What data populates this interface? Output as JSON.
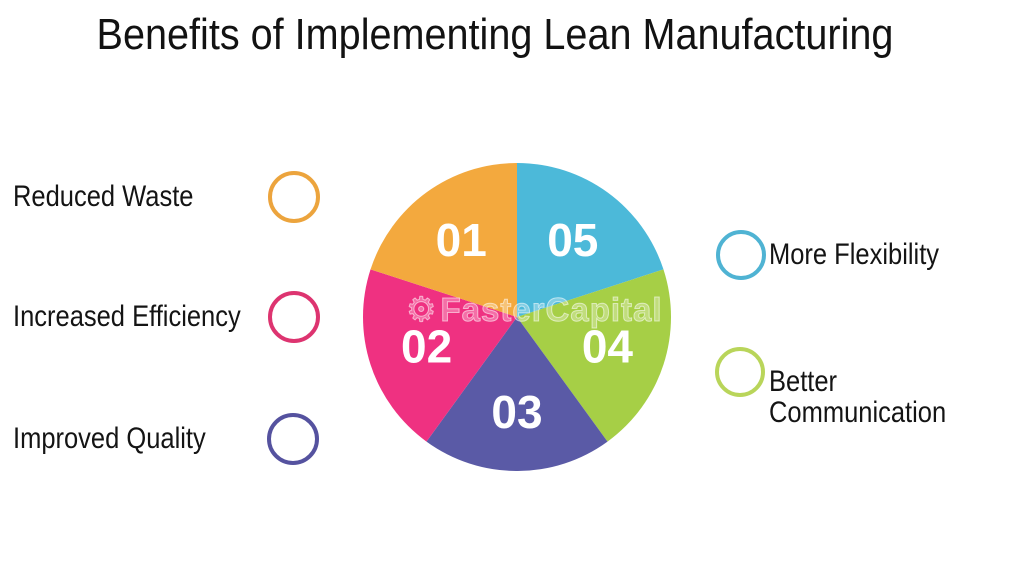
{
  "title": "Benefits of Implementing Lean Manufacturing",
  "watermark": {
    "icon": "gear-icon",
    "text": "FasterCapital"
  },
  "legend": {
    "left": [
      {
        "label": "Reduced Waste",
        "ring_color": "#ECA43D",
        "segment": "01"
      },
      {
        "label": "Increased Efficiency",
        "ring_color": "#DD3470",
        "segment": "02"
      },
      {
        "label": "Improved Quality",
        "ring_color": "#55529F",
        "segment": "03"
      }
    ],
    "right": [
      {
        "label": "More Flexibility",
        "ring_color": "#4FB3D3",
        "segment": "05"
      },
      {
        "label": "Better Communication",
        "ring_color": "#B9D55A",
        "segment": "04"
      }
    ]
  },
  "chart_data": {
    "type": "pie",
    "title": "Benefits of Implementing Lean Manufacturing",
    "direction": "clockwise",
    "start_angle_deg": 0,
    "legend_position": "left-and-right",
    "number_label_color": "#FFFFFF",
    "segments": [
      {
        "number": "05",
        "label": "More Flexibility",
        "value": 20,
        "color": "#4CB9D9"
      },
      {
        "number": "04",
        "label": "Better Communication",
        "value": 20,
        "color": "#A6CF46"
      },
      {
        "number": "03",
        "label": "Improved Quality",
        "value": 20,
        "color": "#5A5AA6"
      },
      {
        "number": "02",
        "label": "Increased Efficiency",
        "value": 20,
        "color": "#EF3181"
      },
      {
        "number": "01",
        "label": "Reduced Waste",
        "value": 20,
        "color": "#F3A93E"
      }
    ]
  }
}
